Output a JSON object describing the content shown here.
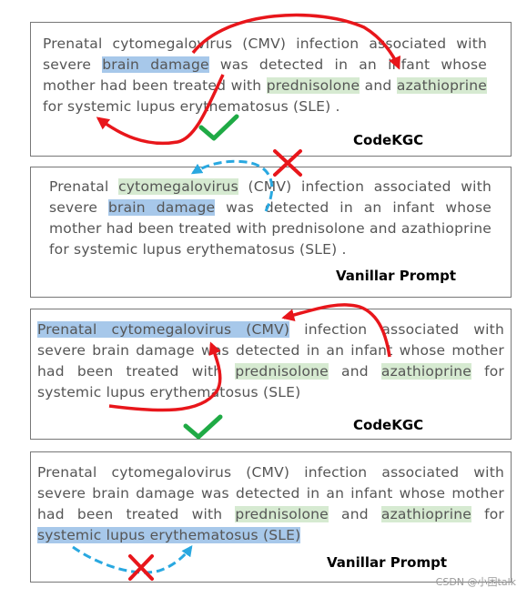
{
  "panels": [
    {
      "label": "CodeKGC",
      "segments": [
        {
          "t": "Prenatal cytomegalovirus (CMV) infection associated with severe "
        },
        {
          "t": "brain damage",
          "h": "blue"
        },
        {
          "t": " was detected in an infant whose mother had been treated with "
        },
        {
          "t": "prednisolone",
          "h": "green"
        },
        {
          "t": " and "
        },
        {
          "t": "azathioprine",
          "h": "green"
        },
        {
          "t": " for systemic lupus erythematosus (SLE) ."
        }
      ]
    },
    {
      "label": "Vanillar Prompt",
      "segments": [
        {
          "t": "Prenatal "
        },
        {
          "t": "cytomegalovirus",
          "h": "green"
        },
        {
          "t": " (CMV) infection associated with severe "
        },
        {
          "t": "brain damage",
          "h": "blue"
        },
        {
          "t": " was detected in an infant whose mother had been treated with prednisolone and azathioprine for systemic lupus erythematosus (SLE) ."
        }
      ]
    },
    {
      "label": "CodeKGC",
      "segments": [
        {
          "t": "Prenatal cytomegalovirus (CMV)",
          "h": "blue"
        },
        {
          "t": " infection associated with severe brain damage was detected in an infant whose mother had been treated with "
        },
        {
          "t": "prednisolone",
          "h": "green"
        },
        {
          "t": " and "
        },
        {
          "t": "azathioprine",
          "h": "green"
        },
        {
          "t": " for systemic lupus erythematosus (SLE)"
        }
      ]
    },
    {
      "label": "Vanillar Prompt",
      "segments": [
        {
          "t": "Prenatal cytomegalovirus (CMV) infection associated with severe brain damage  was detected in an infant whose mother had been treated with "
        },
        {
          "t": "prednisolone",
          "h": "green"
        },
        {
          "t": " and "
        },
        {
          "t": "azathioprine",
          "h": "green"
        },
        {
          "t": " for "
        },
        {
          "t": "systemic lupus erythematosus (SLE)",
          "h": "blue"
        }
      ]
    }
  ],
  "colors": {
    "highlight_blue": "#a7c8ea",
    "highlight_green": "#d6ead1",
    "correct_arrow": "#e8161b",
    "wrong_arrow": "#29a8e0",
    "check": "#1faa45",
    "cross": "#e8161b"
  },
  "icons": {
    "correct": "check-icon",
    "wrong": "cross-icon"
  },
  "watermark": "CSDN @小困talk"
}
